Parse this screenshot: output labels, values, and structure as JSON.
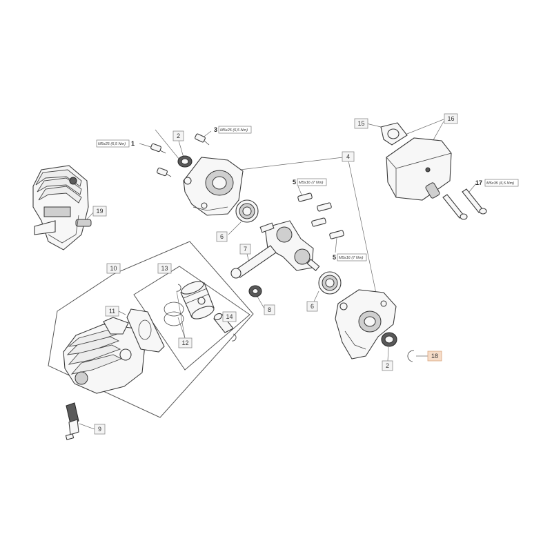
{
  "diagram": {
    "callouts": [
      {
        "id": "c1",
        "number": "1",
        "spec": "M5x25 (6,5 Nm)"
      },
      {
        "id": "c2a",
        "number": "2"
      },
      {
        "id": "c3",
        "number": "3",
        "spec": "M5x25 (6,5 Nm)"
      },
      {
        "id": "c4",
        "number": "4"
      },
      {
        "id": "c5a",
        "number": "5",
        "spec": "M5x16 (7 Nm)"
      },
      {
        "id": "c5b",
        "number": "5",
        "spec": "M5x16 (7 Nm)"
      },
      {
        "id": "c6a",
        "number": "6"
      },
      {
        "id": "c6b",
        "number": "6"
      },
      {
        "id": "c7",
        "number": "7"
      },
      {
        "id": "c8",
        "number": "8"
      },
      {
        "id": "c9",
        "number": "9"
      },
      {
        "id": "c10",
        "number": "10"
      },
      {
        "id": "c11",
        "number": "11"
      },
      {
        "id": "c12",
        "number": "12"
      },
      {
        "id": "c13",
        "number": "13"
      },
      {
        "id": "c14",
        "number": "14"
      },
      {
        "id": "c15",
        "number": "15"
      },
      {
        "id": "c16",
        "number": "16"
      },
      {
        "id": "c17",
        "number": "17",
        "spec": "M5x35 (6,5 Nm)"
      },
      {
        "id": "c18",
        "number": "18",
        "highlighted": true
      },
      {
        "id": "c19",
        "number": "19"
      },
      {
        "id": "c2b",
        "number": "2"
      }
    ],
    "colors": {
      "highlight_fill": "#f6dcc8",
      "highlight_stroke": "#d9a57e",
      "label_fill": "#f4f4f4",
      "line": "#6a6a6a"
    }
  }
}
